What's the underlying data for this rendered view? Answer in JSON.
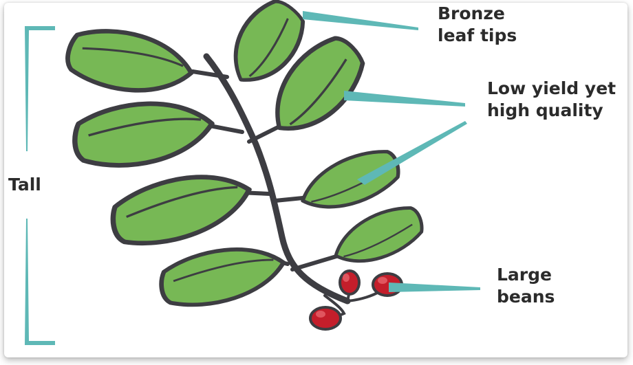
{
  "labels": {
    "bronze_tips": [
      "Bronze",
      "leaf tips"
    ],
    "yield": [
      "Low yield yet",
      "high quality"
    ],
    "beans": [
      "Large",
      "beans"
    ],
    "height": "Tall"
  },
  "colors": {
    "leaf": "#77b855",
    "leaf_shade": "#5fa042",
    "outline": "#3d3d42",
    "stem": "#3d3d42",
    "bean": "#c41e2b",
    "bean_highlight": "#e0565f",
    "pointer": "#5eb8b6",
    "text": "#2b2b2b"
  }
}
